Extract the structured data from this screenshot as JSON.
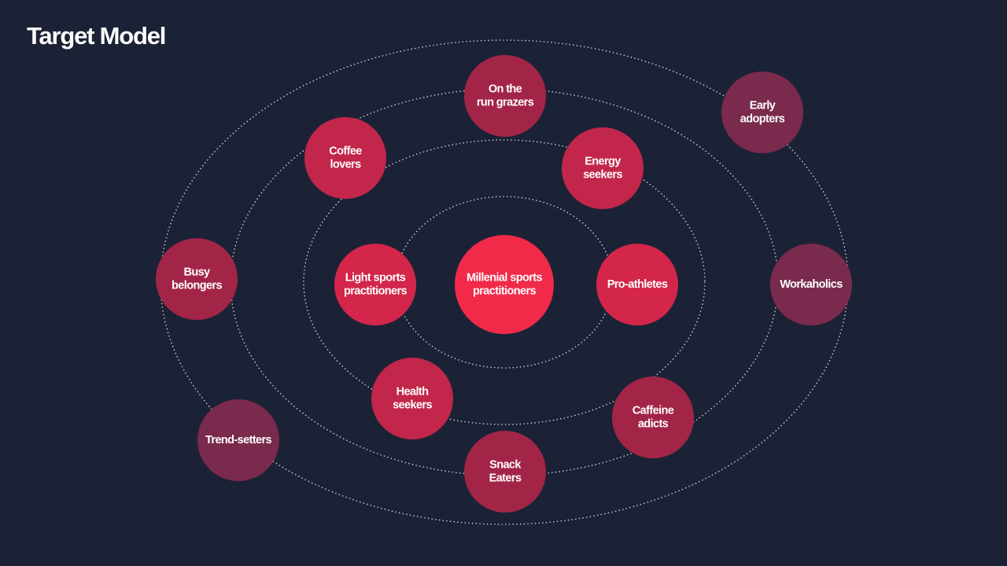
{
  "title": "Target Model",
  "colors": {
    "background": "#1c2236",
    "center": "#f02a48",
    "ring_1": "#d3264a",
    "ring_2": "#c2264a",
    "ring_3": "#a22548",
    "ring_4": "#7a2a4c",
    "orbit_line": "#d7dae3"
  },
  "center": {
    "label": [
      "Millenial sports",
      "practitioners"
    ]
  },
  "segments": [
    {
      "id": "light-sports-practitioners",
      "ring": 1,
      "label": [
        "Light sports",
        "practitioners"
      ]
    },
    {
      "id": "pro-athletes",
      "ring": 1,
      "label": [
        "Pro-athletes"
      ]
    },
    {
      "id": "coffee-lovers",
      "ring": 2,
      "label": [
        "Coffee",
        "lovers"
      ]
    },
    {
      "id": "energy-seekers",
      "ring": 2,
      "label": [
        "Energy",
        "seekers"
      ]
    },
    {
      "id": "health-seekers",
      "ring": 2,
      "label": [
        "Health",
        "seekers"
      ]
    },
    {
      "id": "on-the-run-grazers",
      "ring": 3,
      "label": [
        "On the",
        "run grazers"
      ]
    },
    {
      "id": "busy-belongers",
      "ring": 3,
      "label": [
        "Busy",
        "belongers"
      ]
    },
    {
      "id": "caffeine-adicts",
      "ring": 3,
      "label": [
        "Caffeine",
        "adicts"
      ]
    },
    {
      "id": "snack-eaters",
      "ring": 3,
      "label": [
        "Snack",
        "Eaters"
      ]
    },
    {
      "id": "early-adopters",
      "ring": 4,
      "label": [
        "Early",
        "adopters"
      ]
    },
    {
      "id": "workaholics",
      "ring": 4,
      "label": [
        "Workaholics"
      ]
    },
    {
      "id": "trend-setters",
      "ring": 4,
      "label": [
        "Trend-setters"
      ]
    }
  ]
}
